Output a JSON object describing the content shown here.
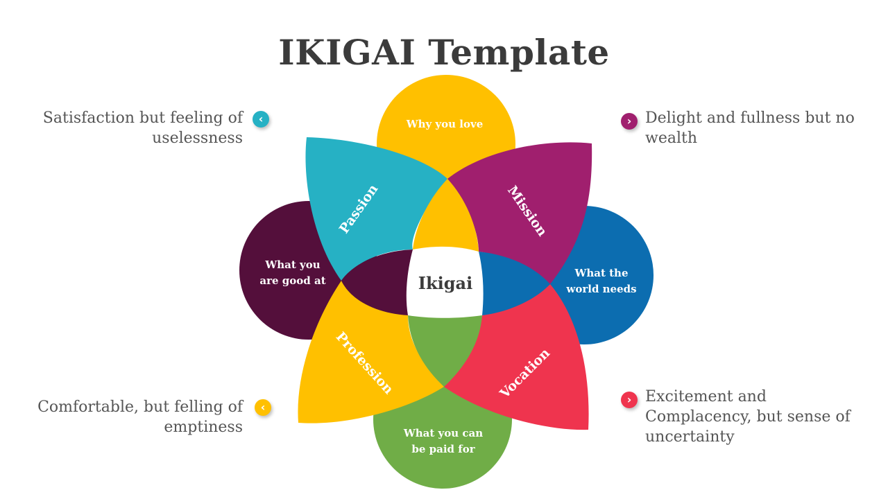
{
  "title": "IKIGAI Template",
  "center_label": "Ikigai",
  "colors": {
    "love": "#FFC000",
    "good_at": "#540F3B",
    "world_needs": "#0C6DB0",
    "paid_for": "#70AD47",
    "passion": "#26B1C4",
    "mission": "#A01F6E",
    "profession": "#FFC000",
    "vocation": "#EF344E"
  },
  "circles": {
    "love": "Why you love",
    "good_at": [
      "What you",
      "are good at"
    ],
    "world_needs": [
      "What the",
      "world needs"
    ],
    "paid_for": [
      "What you can",
      "be paid for"
    ]
  },
  "petals": {
    "passion": "Passion",
    "mission": "Mission",
    "profession": "Profession",
    "vocation": "Vocation"
  },
  "descriptions": {
    "top_left": {
      "lines": [
        "Satisfaction but feeling of",
        "uselessness"
      ],
      "bullet_color": "#26B1C4",
      "icon": "chevron-left-icon"
    },
    "top_right": {
      "lines": [
        "Delight and fullness but no",
        "wealth"
      ],
      "bullet_color": "#A01F6E",
      "icon": "chevron-right-icon"
    },
    "bottom_left": {
      "lines": [
        "Comfortable, but felling of",
        "emptiness"
      ],
      "bullet_color": "#FFC000",
      "icon": "chevron-left-icon"
    },
    "bottom_right": {
      "lines": [
        "Excitement and",
        "Complacency, but sense of",
        "uncertainty"
      ],
      "bullet_color": "#EF344E",
      "icon": "chevron-right-icon"
    }
  }
}
